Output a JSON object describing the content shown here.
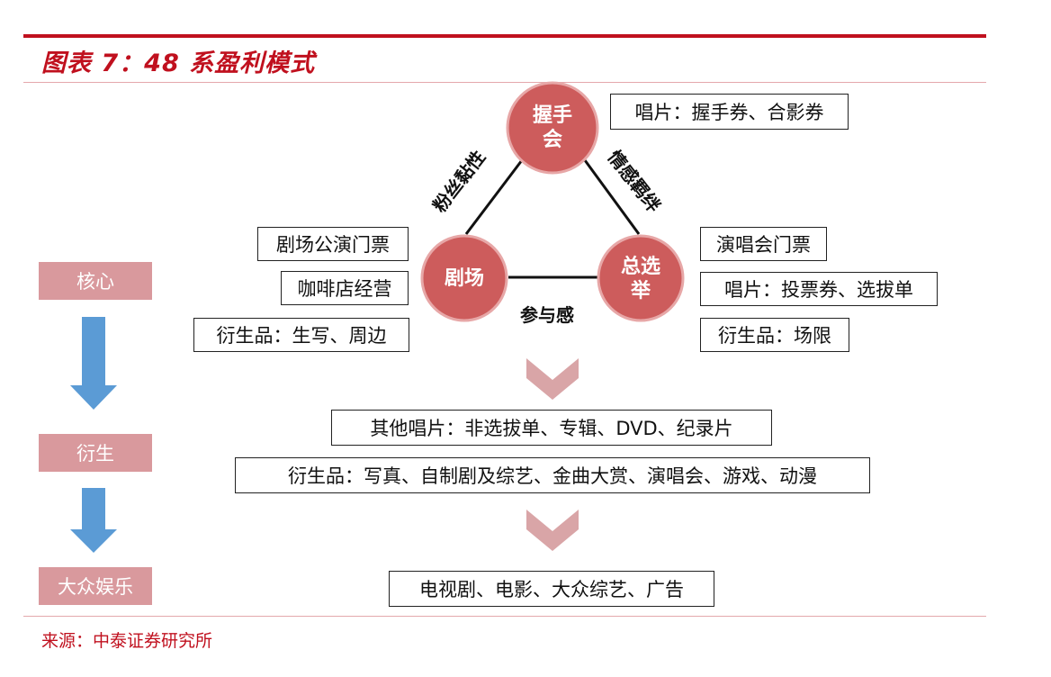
{
  "title": "图表 7：48 系盈利模式",
  "source": "来源：中泰证券研究所",
  "colors": {
    "brand_red": "#c0101e",
    "circle_fill": "#cd5c5c",
    "circle_stroke": "#e7a7a7",
    "stage_fill": "#d9999d",
    "down_arrow": "#5b9bd5",
    "chevron": "#d9a5a7"
  },
  "nodes": {
    "handshake": "握手\n会",
    "theater": "剧场",
    "election": "总选\n举"
  },
  "edges": {
    "left": "粉丝黏性",
    "right": "情感羁绊",
    "bottom": "参与感"
  },
  "boxes": {
    "handshake_records": "唱片：握手券、合影券",
    "theater_tickets": "剧场公演门票",
    "cafe": "咖啡店经营",
    "derivatives_photo": "衍生品：生写、周边",
    "concert_tickets": "演唱会门票",
    "vote_records": "唱片：投票券、选拔单",
    "derivatives_limited": "衍生品：场限",
    "other_records": "其他唱片：非选拔单、专辑、DVD、纪录片",
    "derivatives_media": "衍生品：写真、自制剧及综艺、金曲大赏、演唱会、游戏、动漫",
    "mass_media": "电视剧、电影、大众综艺、广告"
  },
  "stages": [
    "核心",
    "衍生",
    "大众娱乐"
  ]
}
